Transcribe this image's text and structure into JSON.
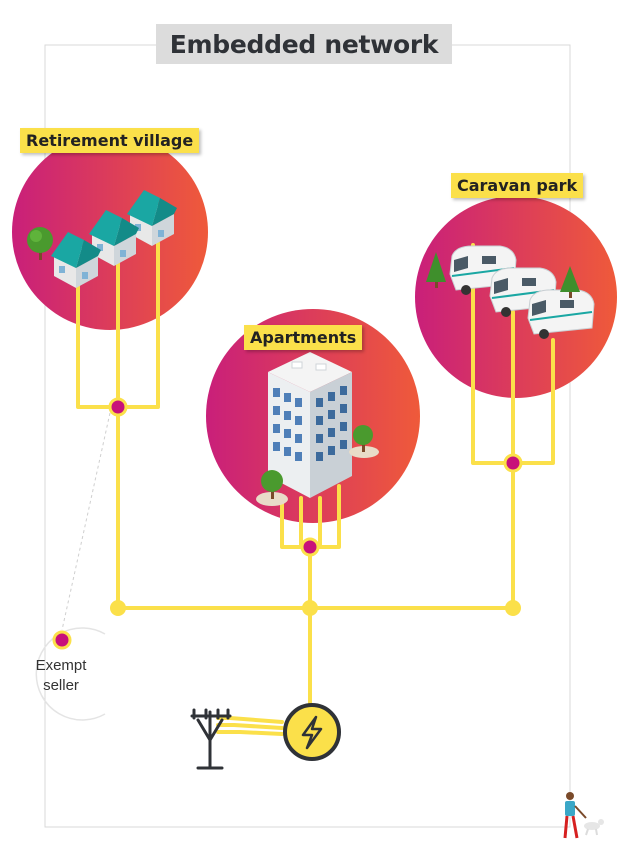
{
  "title": "Embedded network",
  "nodes": {
    "retirement_village": "Retirement village",
    "apartments": "Apartments",
    "caravan_park": "Caravan park"
  },
  "exempt_seller": {
    "line1": "Exempt",
    "line2": "seller"
  },
  "colors": {
    "wire": "#fbe04a",
    "junction": "#c8107a",
    "circle_start": "#c91f7a",
    "circle_end": "#ef5a3a",
    "label_bg": "#fbe04a",
    "title_bg": "#dcdcdc"
  },
  "icons": [
    "house-icon",
    "tree-icon",
    "building-icon",
    "caravan-icon",
    "pine-tree-icon",
    "power-pole-icon",
    "lightning-icon",
    "person-icon",
    "dog-icon"
  ]
}
